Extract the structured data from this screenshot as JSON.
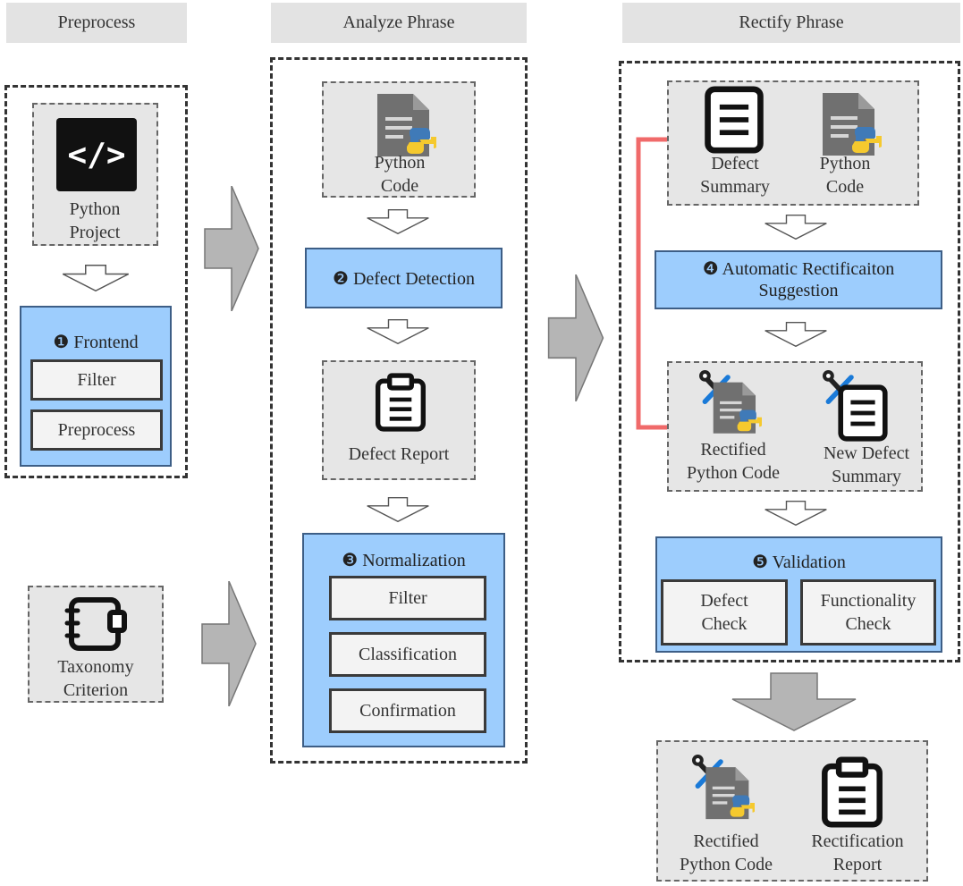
{
  "phases": {
    "preprocess": "Preprocess",
    "analyze": "Analyze Phrase",
    "rectify": "Rectify Phrase"
  },
  "preprocess": {
    "project_label": "Python Project",
    "frontend_title": "❶ Frontend",
    "filter": "Filter",
    "preprocess_step": "Preprocess",
    "taxonomy_label": "Taxonomy Criterion"
  },
  "analyze": {
    "code_label": "Python Code",
    "detection_title": "❷ Defect Detection",
    "report_label": "Defect Report",
    "normalization_title": "❸ Normalization",
    "filter": "Filter",
    "classification": "Classification",
    "confirmation": "Confirmation"
  },
  "rectify": {
    "defect_summary": "Defect Summary",
    "python_code": "Python Code",
    "suggestion_title": "❹ Automatic Rectificaiton Suggestion",
    "rectified_code": "Rectified Python Code",
    "new_summary": "New Defect Summary",
    "validation_title": "❺ Validation",
    "defect_check": "Defect Check",
    "functionality_check": "Functionality Check"
  },
  "output": {
    "rectified_code": "Rectified Python Code",
    "report": "Rectification Report"
  },
  "colors": {
    "blue_box": "#9dcdfd",
    "gray_box": "#e6e6e6",
    "feedback_line": "#f06a6a",
    "arrow_gray": "#b5b5b5"
  }
}
